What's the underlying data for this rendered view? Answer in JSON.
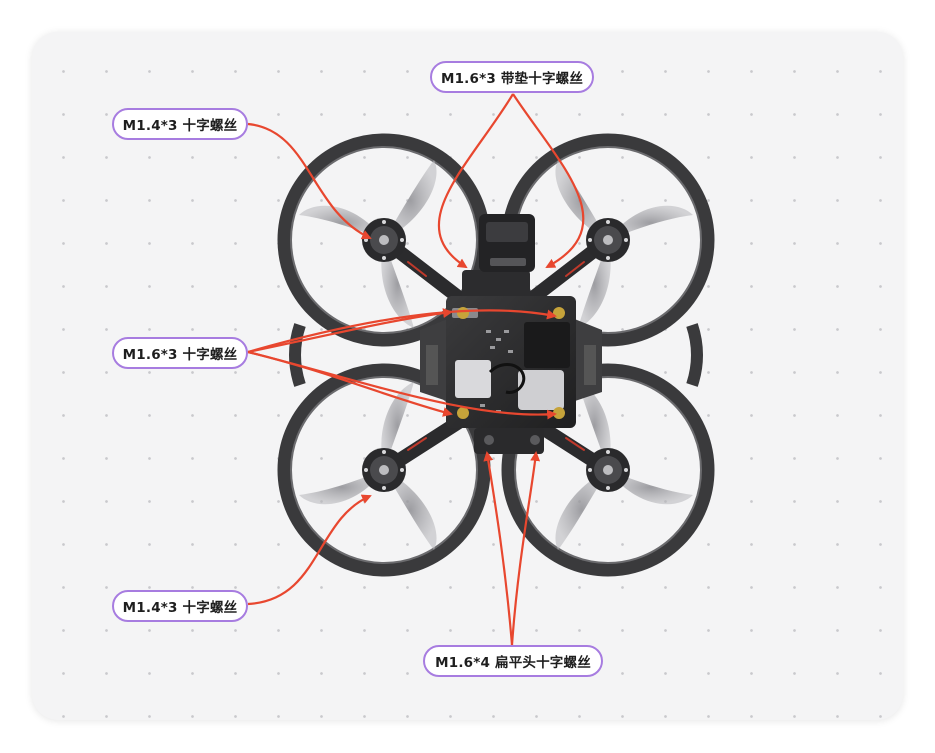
{
  "labels": {
    "top_center": "M1.6*3 带垫十字螺丝",
    "top_left": "M1.4*3 十字螺丝",
    "middle_left": "M1.6*3 十字螺丝",
    "bottom_left": "M1.4*3 十字螺丝",
    "bottom_center": "M1.6*4 扁平头十字螺丝"
  },
  "colors": {
    "callout_border": "#a77ce0",
    "leader_line": "#e8472f",
    "background_dots": "#c9c9cc",
    "card_background": "#f4f4f5"
  }
}
